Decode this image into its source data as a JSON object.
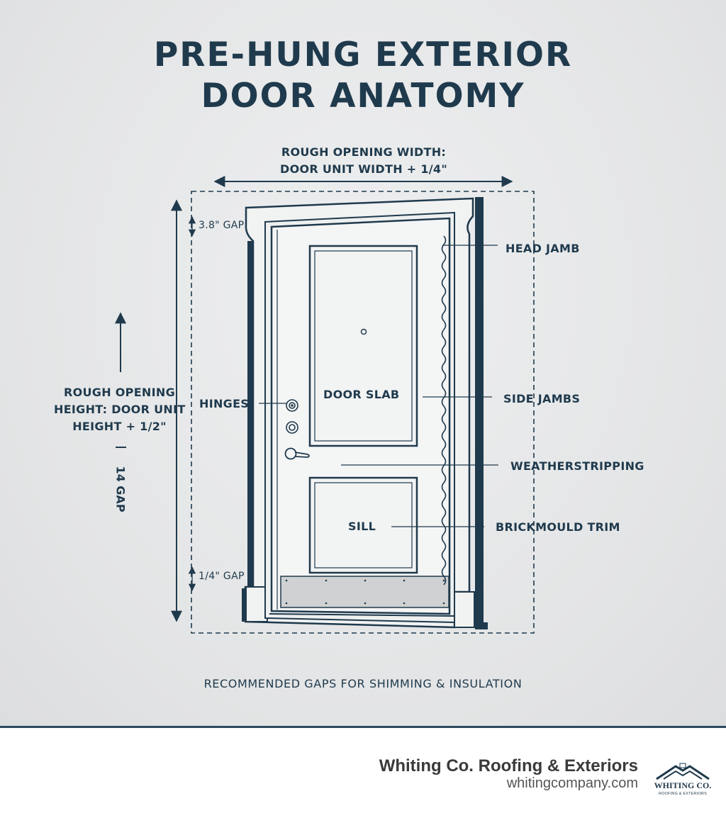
{
  "title": {
    "line1": "PRE-HUNG EXTERIOR",
    "line2": "DOOR ANATOMY"
  },
  "dimensions": {
    "width_line1": "ROUGH OPENING WIDTH:",
    "width_line2": "DOOR UNIT WIDTH + 1/4\"",
    "height_line1": "ROUGH OPENING",
    "height_line2": "HEIGHT: DOOR UNIT",
    "height_line3": "HEIGHT + 1/2\"",
    "top_gap": "3.8\" GAP",
    "bottom_gap": "1/4\" GAP",
    "side_gap": "14 GAP"
  },
  "labels": {
    "hinges": "HINGES",
    "door_slab": "DOOR SLAB",
    "sill": "SILL",
    "head_jamb": "HEAD JAMB",
    "side_jambs": "SIDE JAMBS",
    "weatherstripping": "WEATHERSTRIPPING",
    "brickmould_trim": "BRICKMOULD TRIM"
  },
  "caption": "RECOMMENDED GAPS FOR SHIMMING & INSULATION",
  "footer": {
    "company_name": "Whiting Co. Roofing & Exteriors",
    "url": "whitingcompany.com",
    "logo_text": "WHITING CO.",
    "logo_subtext": "ROOFING & EXTERIORS"
  },
  "colors": {
    "ink": "#1f3a4d",
    "background": "#e6e7e8",
    "footer_background": "#ffffff"
  }
}
